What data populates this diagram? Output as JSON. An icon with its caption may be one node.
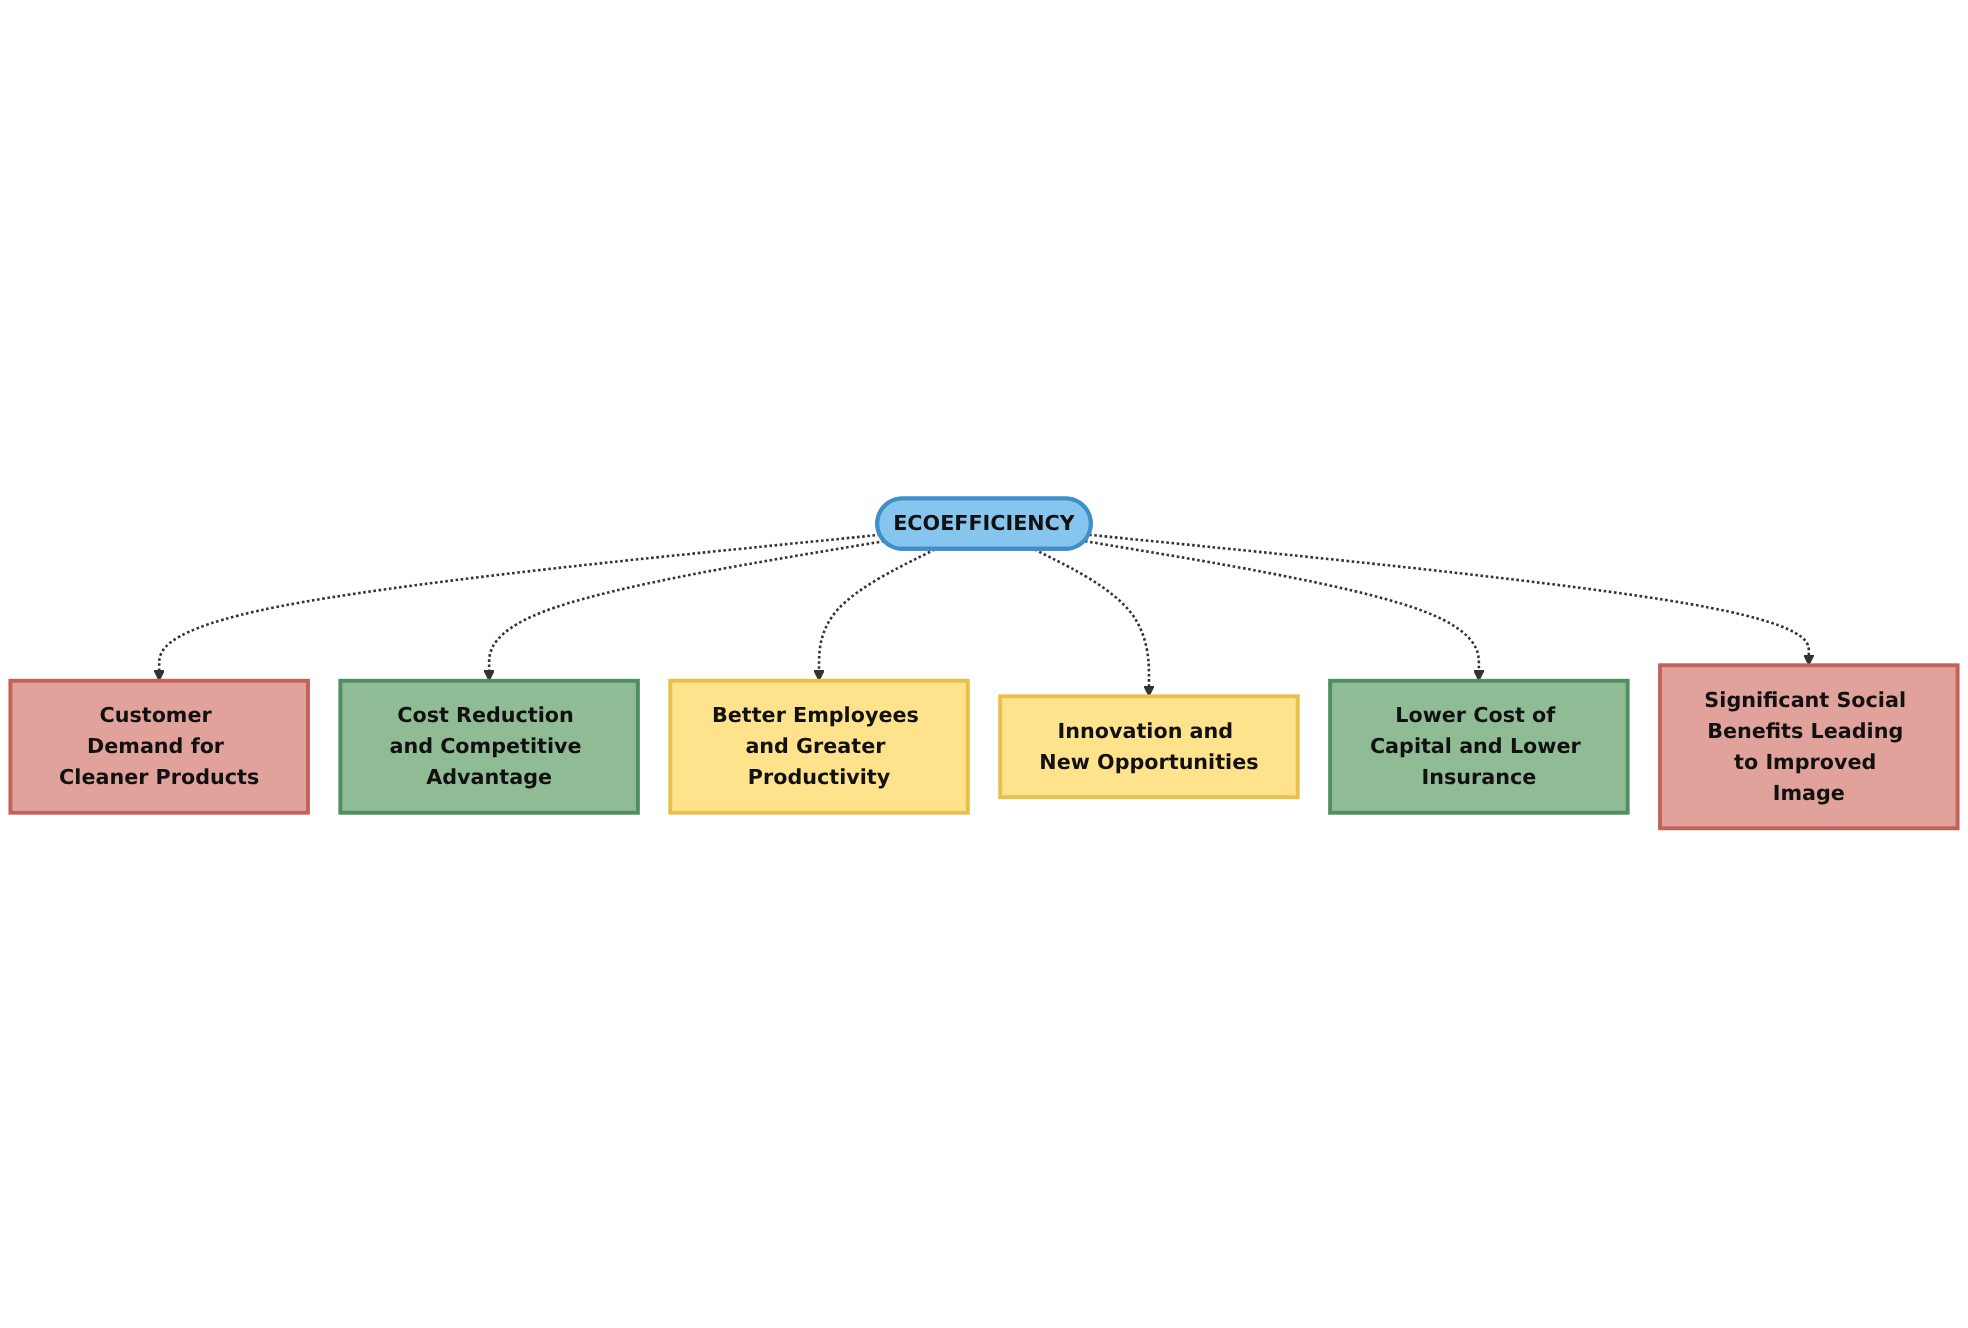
{
  "diagram": {
    "nodes": [
      {
        "text": [
          "Customer Demand for Cleaner Products"
        ]
      },
      {
        "text": [
          "Cost Reduction and Competitive Advantage"
        ]
      },
      {
        "text": [
          "Better Employees and Greater Productivity"
        ]
      },
      {
        "text": [
          "ECOEFFICIENCY"
        ]
      },
      {
        "text": [
          "Innovation and New Opportunities"
        ]
      },
      {
        "text": [
          "Lower Cost of Capital and Lower Insurance"
        ]
      },
      {
        "text": [
          "Significant Social Benefits Leading to Improved Image"
        ]
      }
    ],
    "edges": [
      {
        "from": 3,
        "to": 0,
        "arrow": "to",
        "style": "dashed"
      },
      {
        "from": 3,
        "to": 1,
        "arrow": "to",
        "style": "dashed"
      },
      {
        "from": 3,
        "to": 2,
        "arrow": "to",
        "style": "dashed"
      },
      {
        "from": 3,
        "to": 4,
        "arrow": "to",
        "style": "dashed"
      },
      {
        "from": 3,
        "to": 5,
        "arrow": "to",
        "style": "dashed"
      },
      {
        "from": 3,
        "to": 6,
        "arrow": "to",
        "style": "dashed"
      }
    ]
  }
}
